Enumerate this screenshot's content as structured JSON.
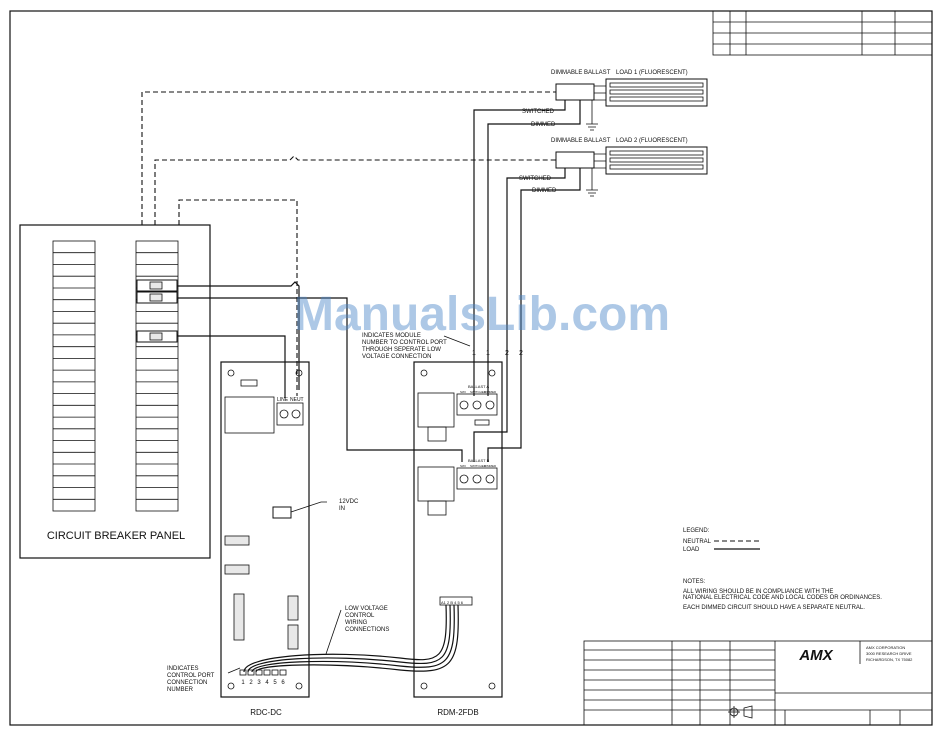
{
  "watermark": "ManualsLib.com",
  "panel": {
    "caption": "CIRCUIT BREAKER PANEL"
  },
  "rdc": {
    "label": "RDC-DC",
    "terminal_line": "LINE",
    "terminal_neut": "NEUT",
    "power_note_1": "12VDC",
    "power_note_2": "IN",
    "port_numbers": [
      "1",
      "2",
      "3",
      "4",
      "5",
      "6"
    ]
  },
  "rdm": {
    "label": "RDM-2FDB",
    "ballast_a": "BALLAST A",
    "ballast_b": "BALLAST B",
    "terminal_labels": [
      "SWI",
      "SWITCHED",
      "DIMMED"
    ],
    "port_label": "A1 2 B 4 5 6"
  },
  "loads": [
    {
      "ballast": "DIMMABLE BALLAST",
      "load": "LOAD 1 (FLUORESCENT)",
      "switched": "SWITCHED",
      "dimmed": "DIMMED"
    },
    {
      "ballast": "DIMMABLE BALLAST",
      "load": "LOAD 2 (FLUORESCENT)",
      "switched": "SWITCHED",
      "dimmed": "DIMMED"
    }
  ],
  "module_note": [
    "INDICATES MODULE",
    "NUMBER TO CONTROL PORT",
    "THROUGH SEPERATE LOW",
    "VOLTAGE CONNECTION"
  ],
  "module_numbers": [
    "1",
    "1",
    "2",
    "2"
  ],
  "low_voltage_note": [
    "LOW VOLTAGE",
    "CONTROL",
    "WIRING",
    "CONNECTIONS"
  ],
  "port_note": [
    "INDICATES",
    "CONTROL PORT",
    "CONNECTION",
    "NUMBER"
  ],
  "legend": {
    "title": "LEGEND:",
    "neutral": "NEUTRAL",
    "load": "LOAD"
  },
  "notes": {
    "title": "NOTES:",
    "lines": [
      "ALL WIRING SHOULD BE IN COMPLIANCE WITH THE",
      "NATIONAL ELECTRICAL CODE AND LOCAL CODES OR ORDINANCES.",
      "EACH DIMMED CIRCUIT SHOULD HAVE A SEPARATE NEUTRAL."
    ]
  },
  "title_block": {
    "logo": "AMX",
    "company": [
      "AMX CORPORATION",
      "3000 RESEARCH DRIVE",
      "RICHARDSON, TX 75082"
    ]
  },
  "colors": {
    "ink": "#111111",
    "watermark": "#4a86c8"
  }
}
